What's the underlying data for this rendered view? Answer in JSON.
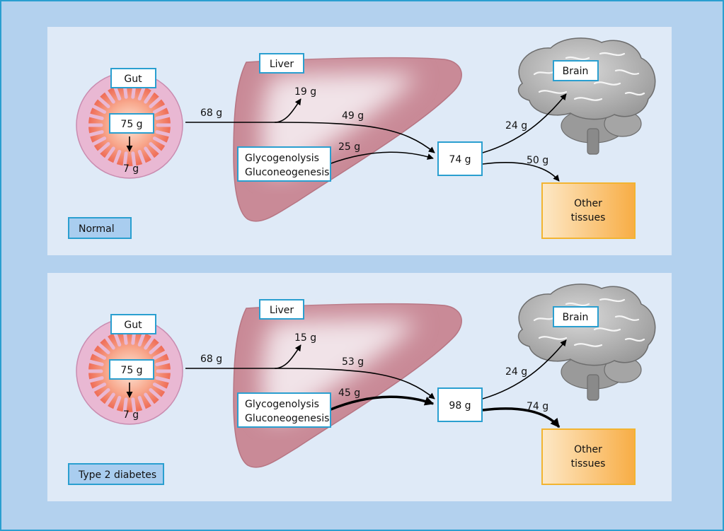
{
  "panels": [
    {
      "id": "normal",
      "condition_label": "Normal",
      "gut_label": "Gut",
      "gut_intake": "75 g",
      "gut_retained": "7 g",
      "gut_to_liver": "68 g",
      "liver_label": "Liver",
      "liver_uptake": "19 g",
      "liver_passthrough": "49 g",
      "production_label_1": "Glycogenolysis",
      "production_label_2": "Gluconeogenesis",
      "production_output": "25 g",
      "circulation_total": "74 g",
      "to_brain": "24 g",
      "brain_label": "Brain",
      "to_other": "50 g",
      "other_label_1": "Other",
      "other_label_2": "tissues"
    },
    {
      "id": "type2",
      "condition_label": "Type 2 diabetes",
      "gut_label": "Gut",
      "gut_intake": "75 g",
      "gut_retained": "7 g",
      "gut_to_liver": "68 g",
      "liver_label": "Liver",
      "liver_uptake": "15 g",
      "liver_passthrough": "53 g",
      "production_label_1": "Glycogenolysis",
      "production_label_2": "Gluconeogenesis",
      "production_output": "45 g",
      "circulation_total": "98 g",
      "to_brain": "24 g",
      "brain_label": "Brain",
      "to_other": "74 g",
      "other_label_1": "Other",
      "other_label_2": "tissues"
    }
  ],
  "colors": {
    "outer_background": "#b3d1ee",
    "panel_background": "#dfeaf7",
    "box_border": "#2a9fd0",
    "liver_fill": "#c98a97",
    "gut_ring": "#e9b8d3",
    "gut_core": "#f07860",
    "tissue_fill": "#fbc77e",
    "tissue_border": "#f2b431",
    "condition_fill": "#a9cdef"
  }
}
